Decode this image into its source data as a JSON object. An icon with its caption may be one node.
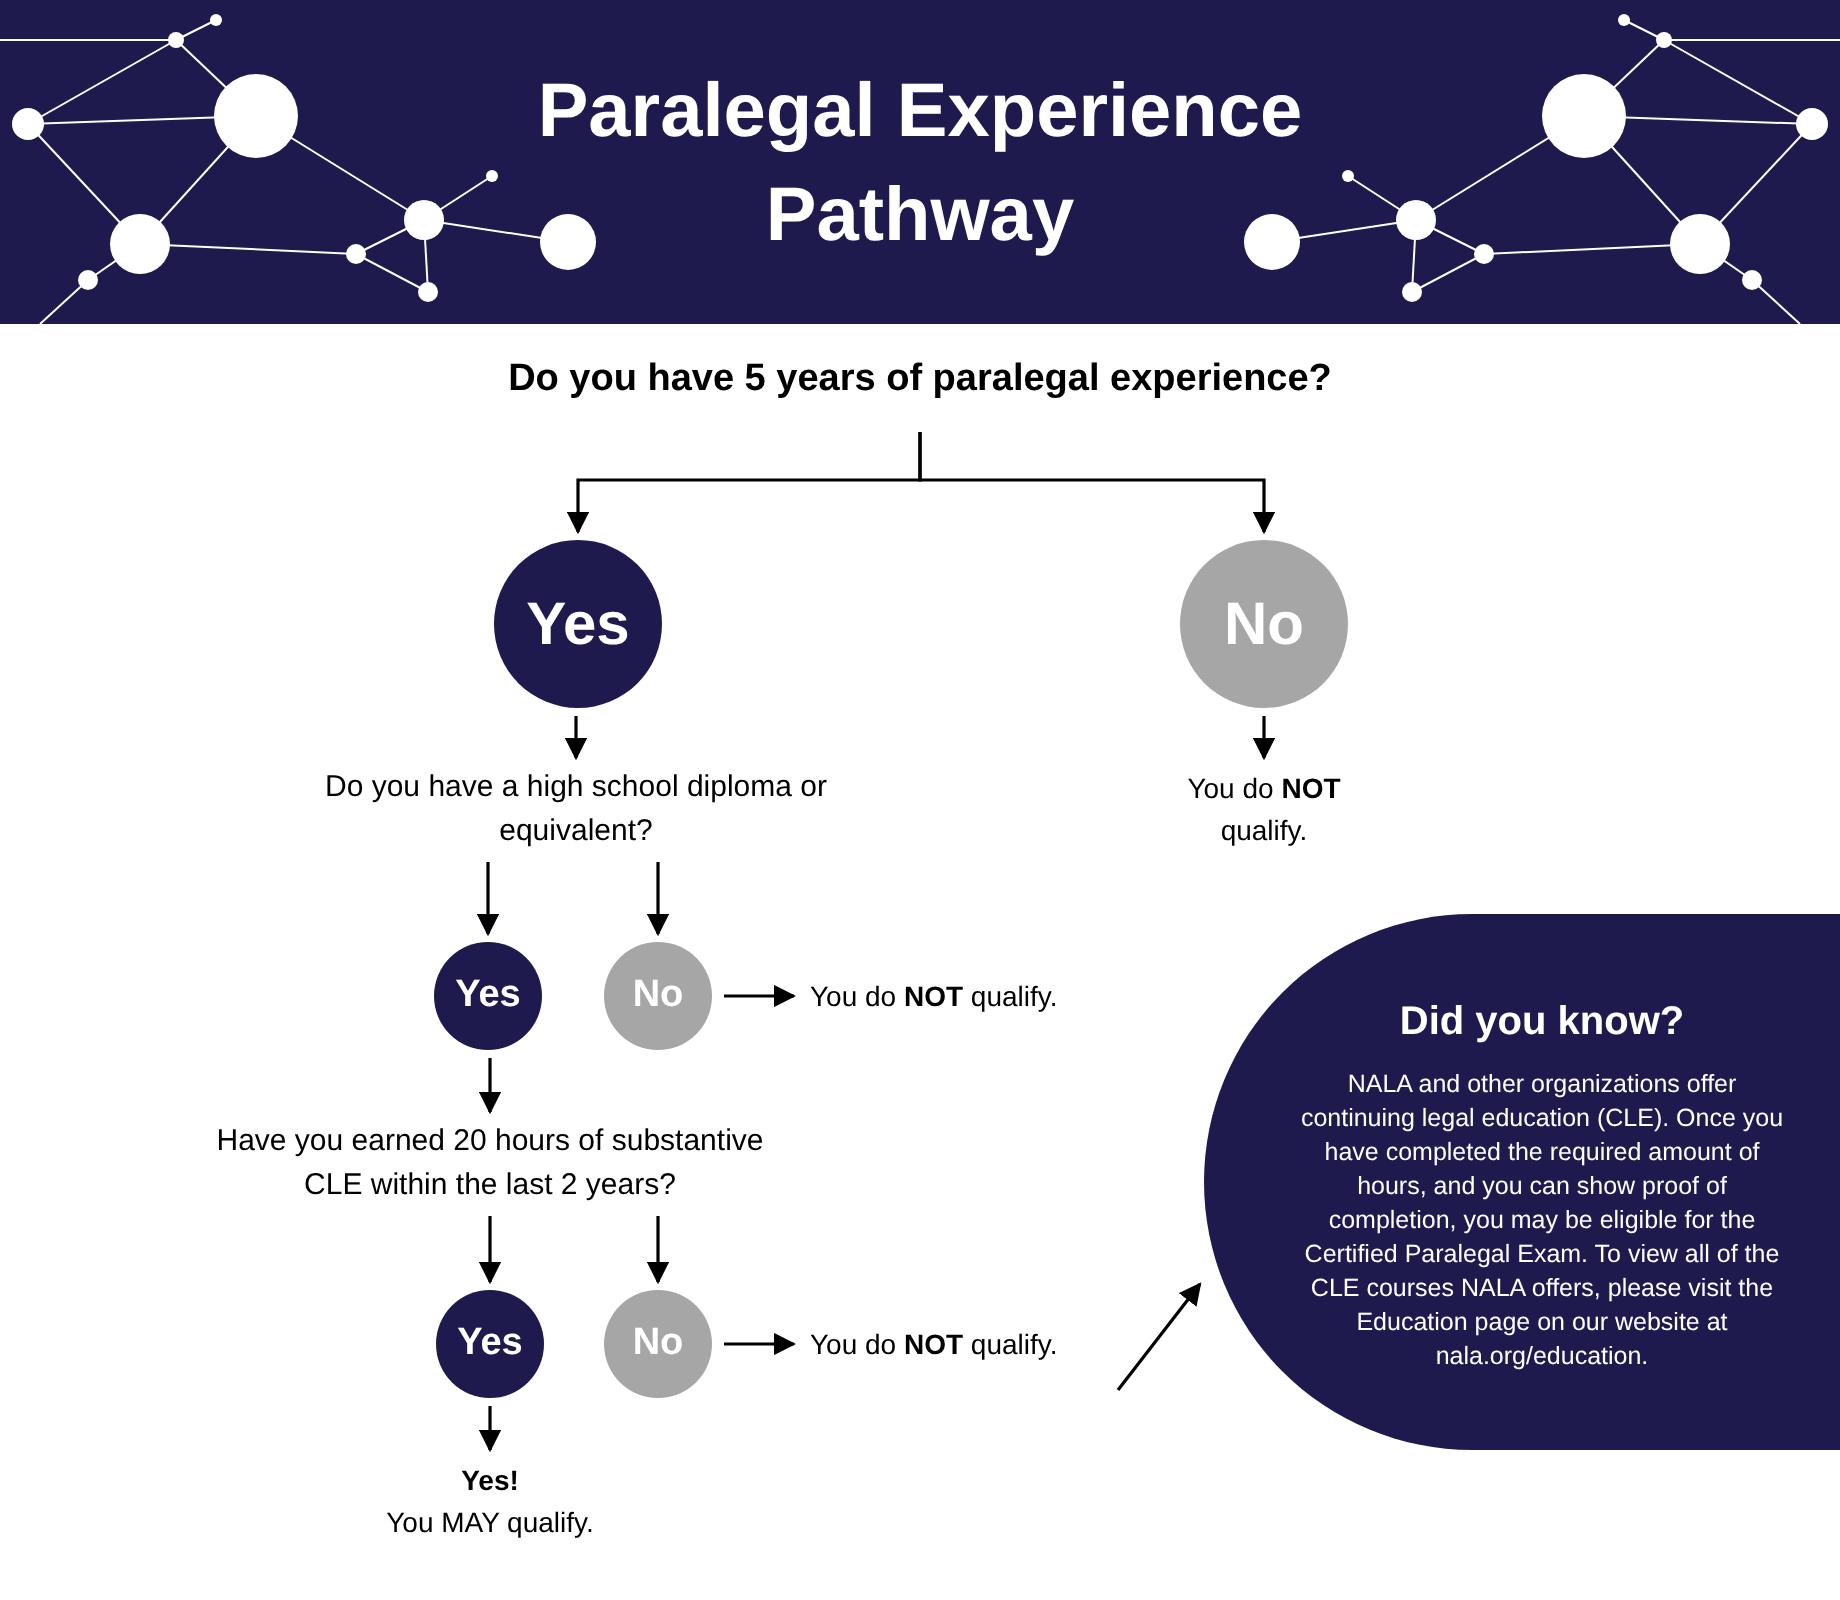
{
  "diagram": {
    "title": "Paralegal Experience Pathway",
    "nodes": [
      {
        "text": [
          "Do you have 5 years of paralegal experience?"
        ]
      },
      {
        "text": [
          "Yes"
        ]
      },
      {
        "text": [
          "No"
        ]
      },
      {
        "text": [
          "Do you have a high school diploma or equivalent?"
        ]
      },
      {
        "text": [
          "You do **NOT** qualify."
        ]
      },
      {
        "text": [
          "Yes"
        ]
      },
      {
        "text": [
          "No"
        ]
      },
      {
        "text": [
          "You do **NOT** qualify."
        ]
      },
      {
        "text": [
          "Have you earned 20 hours of substantive CLE within the last 2 years?"
        ]
      },
      {
        "text": [
          "Yes"
        ]
      },
      {
        "text": [
          "No"
        ]
      },
      {
        "text": [
          "You do **NOT** qualify."
        ]
      },
      {
        "text": [
          "Yes!",
          "You MAY qualify."
        ]
      },
      {
        "text": [
          "Did you know?",
          "NALA and other organizations offer continuing legal education (CLE). Once you have completed the required amount of hours, and you can show proof of completion, you may be eligible for the Certified Paralegal Exam. To view all of the CLE courses NALA offers, please visit the Education page on our website at nala.org/education."
        ]
      }
    ],
    "edges": [
      {
        "from": 0,
        "to": 1,
        "arrow": "to"
      },
      {
        "from": 0,
        "to": 2,
        "arrow": "to"
      },
      {
        "from": 1,
        "to": 3,
        "arrow": "to"
      },
      {
        "from": 2,
        "to": 4,
        "arrow": "to"
      },
      {
        "from": 3,
        "to": 5,
        "arrow": "to"
      },
      {
        "from": 3,
        "to": 6,
        "arrow": "to"
      },
      {
        "from": 6,
        "to": 7,
        "arrow": "to"
      },
      {
        "from": 5,
        "to": 8,
        "arrow": "to"
      },
      {
        "from": 8,
        "to": 9,
        "arrow": "to"
      },
      {
        "from": 8,
        "to": 10,
        "arrow": "to"
      },
      {
        "from": 10,
        "to": 11,
        "arrow": "to"
      },
      {
        "from": 9,
        "to": 12,
        "arrow": "to"
      },
      {
        "from": 11,
        "to": 13,
        "arrow": "to"
      }
    ]
  }
}
